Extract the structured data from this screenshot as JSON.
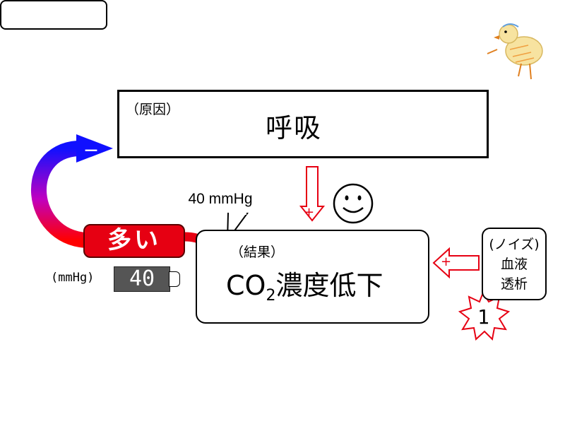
{
  "cause": {
    "tag": "（原因）",
    "title": "呼吸"
  },
  "result": {
    "tag": "（結果）",
    "title_main": "CO",
    "title_sub": "2",
    "title_rest": "濃度低下"
  },
  "callout": {
    "text": "40 mmHg"
  },
  "level": {
    "text": "多い"
  },
  "gauge": {
    "value": "40",
    "unit": "(mmHg)"
  },
  "noise": {
    "line1": "(ノイズ)",
    "line2": "血液",
    "line3": "透析"
  },
  "badge": {
    "text": "1"
  },
  "signs": {
    "plus": "+",
    "minus": "－"
  },
  "icons": {
    "down_arrow": "down-arrow-icon",
    "smiley": "smiley-face-icon",
    "mascot": "chick-mascot-icon",
    "starburst": "starburst-icon"
  },
  "colors": {
    "level_red": "#e60012",
    "arrow_blue": "#0000cc",
    "arrow_red": "#e60012",
    "gauge_gray": "#555555"
  }
}
